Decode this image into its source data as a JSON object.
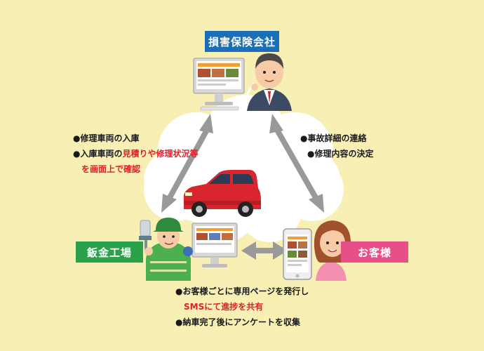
{
  "nodes": {
    "insurance": {
      "label": "損害保険会社",
      "color": "#1b6fb8"
    },
    "bodyshop": {
      "label": "鈑金工場",
      "color": "#2aa14a"
    },
    "customer": {
      "label": "お客様",
      "color": "#e84e88"
    }
  },
  "notes": {
    "left": {
      "line1": "●修理車両の入庫",
      "line2_prefix": "●入庫車両の",
      "line2_highlight": "見積りや修理状況等",
      "line3_highlight": "を画面上で確認"
    },
    "right": {
      "line1": "●事故詳細の連絡",
      "line2": "●修理内容の決定"
    },
    "bottom": {
      "line1": "●お客様ごとに専用ページを発行し",
      "line2_highlight": "SMSにて進捗を共有",
      "line3": "●納車完了後にアンケートを収集"
    }
  },
  "colors": {
    "background": "#f7efb4",
    "arrow": "#999999",
    "highlight": "#e0202a",
    "cloud": "#ffffff"
  }
}
